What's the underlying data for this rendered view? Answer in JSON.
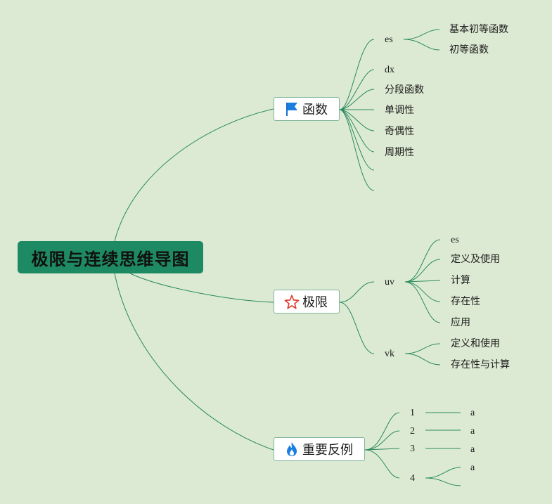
{
  "root": {
    "label": "极限与连续思维导图"
  },
  "topics": {
    "func": {
      "label": "函数",
      "icon": "flag-icon"
    },
    "limit": {
      "label": "极限",
      "icon": "star-icon"
    },
    "counter": {
      "label": "重要反例",
      "icon": "flame-icon"
    }
  },
  "func_children": {
    "es": "es",
    "es_children": [
      "基本初等函数",
      "初等函数"
    ],
    "items": [
      "dx",
      "分段函数",
      "单调性",
      "奇偶性",
      "周期性"
    ]
  },
  "limit_children": {
    "uv": "uv",
    "uv_children": [
      "es",
      "定义及使用",
      "计算",
      "存在性",
      "应用"
    ],
    "vk": "vk",
    "vk_children": [
      "定义和使用",
      "存在性与计算"
    ]
  },
  "counter_children": {
    "items": [
      "1",
      "2",
      "3",
      "4"
    ],
    "values": [
      "a",
      "a",
      "a",
      "a"
    ]
  },
  "colors": {
    "line": "#2a8a5e",
    "root_bg": "#1e8a63",
    "background": "#dcead3"
  }
}
